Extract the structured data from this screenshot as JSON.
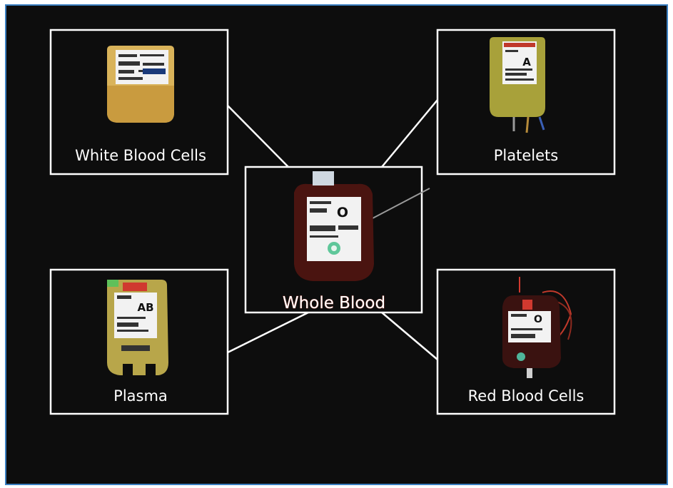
{
  "nodes": {
    "white_blood_cells": {
      "label": "White Blood Cells"
    },
    "platelets": {
      "label": "Platelets",
      "bag_letter": "A"
    },
    "whole_blood": {
      "label": "Whole Blood",
      "bag_letter": "O"
    },
    "plasma": {
      "label": "Plasma",
      "bag_letter": "AB"
    },
    "red_blood_cells": {
      "label": "Red Blood Cells",
      "bag_letter": "O"
    }
  },
  "colors": {
    "background": "#0d0d0d",
    "frame_border": "#3a7fc1",
    "box_stroke": "#ffffff",
    "wbc_bag": "#d9b35a",
    "platelet_bag": "#a8a13a",
    "whole_blood_bag": "#4a1410",
    "plasma_bag": "#b8a64a",
    "rbc_bag": "#3a1210",
    "label_outline": "#c24a3a"
  }
}
